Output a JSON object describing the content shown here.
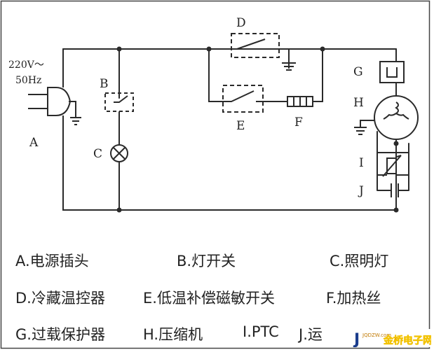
{
  "source": {
    "voltage": "220V～",
    "frequency": "50Hz"
  },
  "component_labels": {
    "A": "A",
    "B": "B",
    "C": "C",
    "D": "D",
    "E": "E",
    "F": "F",
    "G": "G",
    "H": "H",
    "I": "I",
    "J": "J"
  },
  "legend": [
    "A.电源插头",
    "B.灯开关",
    "C.照明灯",
    "D.冷藏温控器",
    "E.低温补偿磁敏开关",
    "F.加热丝",
    "G.过载保护器",
    "H.压缩机",
    "I.PTC",
    "J.运"
  ],
  "watermark": {
    "text": "金桥电子网",
    "site": "JQDZW.com"
  },
  "colors": {
    "line": "#2a2a2a",
    "background": "#ffffff",
    "watermark_red": "#d81e06",
    "watermark_yellow": "#f2c200"
  }
}
